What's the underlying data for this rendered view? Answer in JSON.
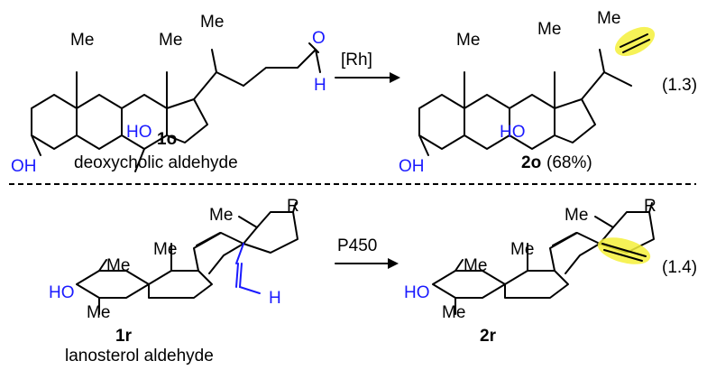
{
  "reaction1": {
    "reactant": {
      "label": "1o",
      "name": "deoxycholic aldehyde",
      "me_a": "Me",
      "me_b": "Me",
      "me_c": "Me",
      "o": "O",
      "h": "H",
      "ho": "HO",
      "oh": "OH"
    },
    "reagent": "[Rh]",
    "product": {
      "label": "2o",
      "yield": "(68%)",
      "me_a": "Me",
      "me_b": "Me",
      "me_c": "Me",
      "ho": "HO",
      "oh": "OH"
    },
    "equation_number": "(1.3)"
  },
  "reaction2": {
    "reactant": {
      "label": "1r",
      "name": "lanosterol aldehyde",
      "me_a": "Me",
      "me_b": "Me",
      "me_c": "Me",
      "me_d": "Me",
      "r": "R",
      "ho": "HO",
      "h": "H"
    },
    "reagent": "P450",
    "product": {
      "label": "2r",
      "me_a": "Me",
      "me_b": "Me",
      "me_c": "Me",
      "me_d": "Me",
      "r": "R",
      "ho": "HO"
    },
    "equation_number": "(1.4)"
  },
  "colors": {
    "heteroatom": "#1a1aff",
    "highlight": "#f4f03a",
    "bond": "#000000"
  }
}
